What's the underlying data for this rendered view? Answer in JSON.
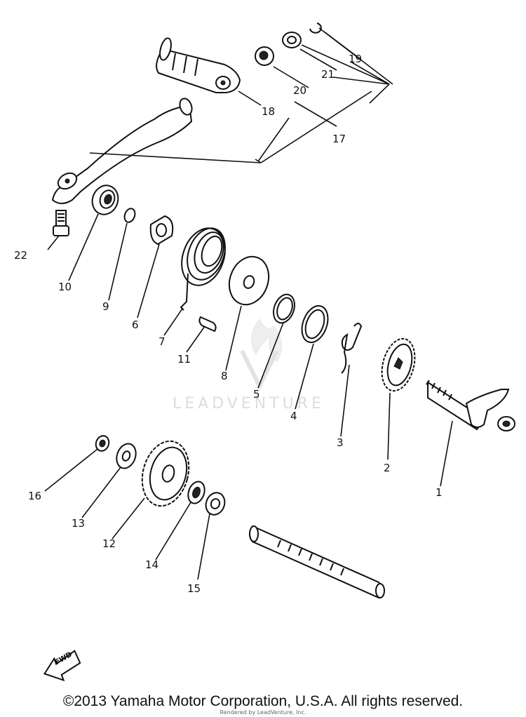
{
  "diagram": {
    "callouts": [
      "1",
      "2",
      "3",
      "4",
      "5",
      "6",
      "7",
      "8",
      "9",
      "10",
      "11",
      "12",
      "13",
      "14",
      "15",
      "16",
      "17",
      "18",
      "19",
      "20",
      "21",
      "22"
    ],
    "fwd_label": "FWD",
    "watermark": "LEADVENTURE"
  },
  "footer": {
    "copyright": "©2013 Yamaha Motor Corporation, U.S.A. All rights reserved.",
    "render_note": "Rendered by LeadVenture, Inc."
  }
}
